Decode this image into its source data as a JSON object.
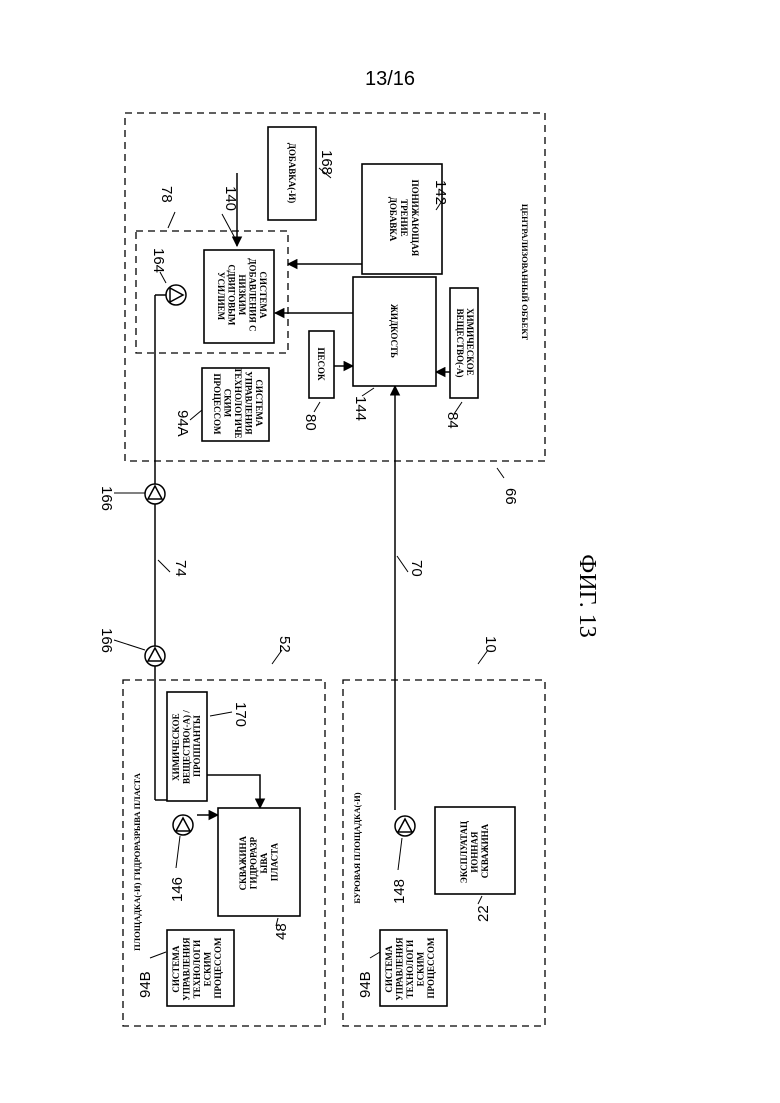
{
  "page_number": "13/16",
  "figure_label": "ФИГ. 13",
  "regions": {
    "central": {
      "title": "ЦЕНТРАЛИЗОВАННЫЙ ОБЪЕКТ",
      "ref": "66",
      "inner_ref": "78"
    },
    "frac": {
      "title": "ПЛОЩАДКА(-И) ГИДРОРАЗРЫВА ПЛАСТА",
      "ref": "52"
    },
    "drill": {
      "title": "БУРОВАЯ ПЛОЩАДКА(-И)",
      "ref": "10"
    }
  },
  "blocks": {
    "additive": {
      "lines": [
        "ДОБАВКА(-И)"
      ],
      "ref": "168"
    },
    "friction": {
      "lines": [
        "ПОНИЖАЮЩАЯ",
        "ТРЕНИЕ",
        "ДОБАВКА"
      ],
      "ref": "142"
    },
    "shear": {
      "lines": [
        "СИСТЕМА",
        "ДОБАВЛЕНИЯ С",
        "НИЗКИМ",
        "СДВИГОВЫМ",
        "УСИЛИЕМ"
      ],
      "ref": "140"
    },
    "fluid": {
      "lines": [
        "ЖИДКОСТЬ"
      ],
      "ref": "144"
    },
    "chemical_central": {
      "lines": [
        "ХИМИЧЕСКОЕ",
        "ВЕЩЕСТВО(-А)"
      ],
      "ref": "84"
    },
    "sand": {
      "lines": [
        "ПЕСОК"
      ],
      "ref": "80"
    },
    "pcs_a": {
      "lines": [
        "СИСТЕМА",
        "УПРАВЛЕНИЯ",
        "ТЕХНОЛОГИЧЕ",
        "СКИМ",
        "ПРОЦЕССОМ"
      ],
      "ref": "94A"
    },
    "chem_proppant": {
      "lines": [
        "ХИМИЧЕСКОЕ",
        "ВЕЩЕСТВО(-А) /",
        "ПРОППАНТЫ"
      ],
      "ref": "170"
    },
    "frac_well": {
      "lines": [
        "СКВАЖИНА",
        "ГИДРОРАЗР",
        "ЫВА",
        "ПЛАСТА"
      ],
      "ref": "48"
    },
    "pcs_b1": {
      "lines": [
        "СИСТЕМА",
        "УПРАВЛЕНИЯ",
        "ТЕХНОЛОГИ",
        "ЕСКИМ",
        "ПРОЦЕССОМ"
      ],
      "ref": "94B"
    },
    "prod_well": {
      "lines": [
        "ЭКСПЛУАТАЦ",
        "ИОННАЯ",
        "СКВАЖИНА"
      ],
      "ref": "22"
    },
    "pcs_b2": {
      "lines": [
        "СИСТЕМА",
        "УПРАВЛЕНИЯ",
        "ТЕХНОЛОГИ",
        "ЕСКИМ",
        "ПРОЦЕССОМ"
      ],
      "ref": "94B"
    }
  },
  "pumps": {
    "p164": "164",
    "p166a": "166",
    "p166b": "166",
    "p146": "146",
    "p148": "148"
  },
  "lines": {
    "l74": "74",
    "l70": "70"
  }
}
